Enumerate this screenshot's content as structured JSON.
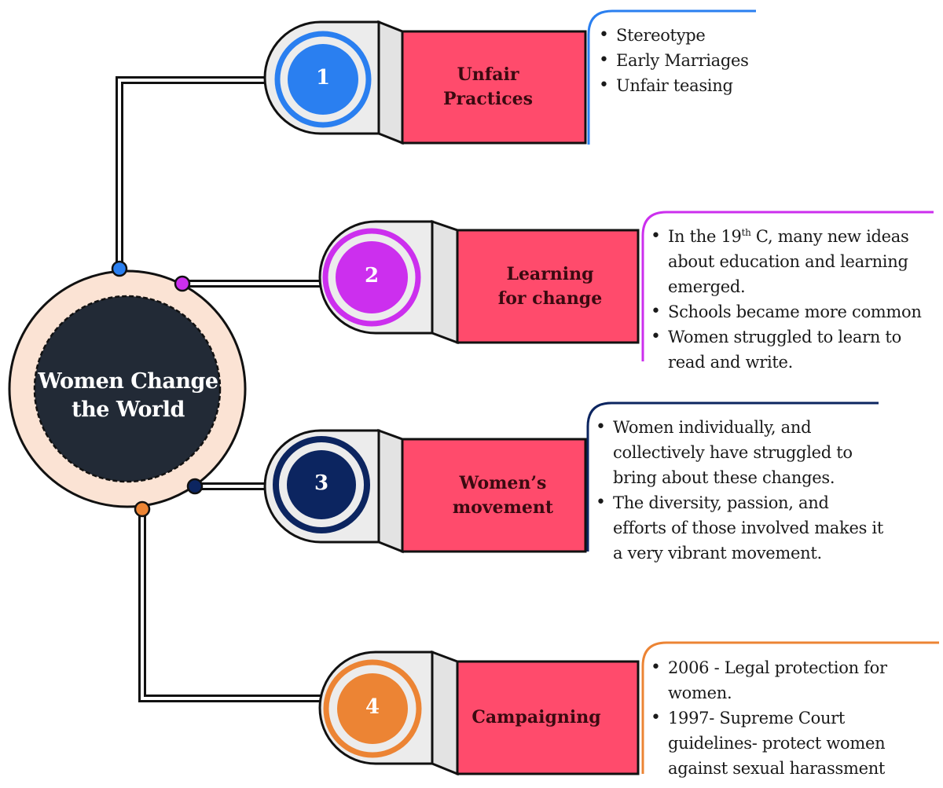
{
  "hub": {
    "title_line1": "Women Change",
    "title_line2": "the World",
    "ring_color": "#fbe3d4",
    "core_color": "#222a36"
  },
  "palette": {
    "label_box": "#ff4b6c",
    "capsule": "#ececec",
    "outline": "#111111"
  },
  "nodes": [
    {
      "number": "1",
      "label_line1": "Unfair",
      "label_line2": "Practices",
      "color": "#2a7ff0",
      "bullets": [
        "Stereotype",
        "Early Marriages",
        "Unfair teasing"
      ]
    },
    {
      "number": "2",
      "label_line1": "Learning",
      "label_line2": "for change",
      "color": "#cc2fee",
      "bullets": [
        {
          "pre": "In the 19",
          "sup": "th",
          "post": " C, many new ideas about education and learning emerged."
        },
        "Schools became more common",
        "Women struggled to learn to read and write."
      ]
    },
    {
      "number": "3",
      "label_line1": "Women’s",
      "label_line2": "movement",
      "color": "#0c2560",
      "bullets": [
        "Women individually, and collectively have struggled to bring about these changes.",
        "The diversity, passion, and efforts of those involved makes it a very vibrant movement."
      ]
    },
    {
      "number": "4",
      "label_line1": "Campaigning",
      "label_line2": "",
      "color": "#ec8434",
      "bullets": [
        "2006 - Legal protection for women.",
        "1997- Supreme Court guidelines- protect women against sexual harassment"
      ]
    }
  ]
}
